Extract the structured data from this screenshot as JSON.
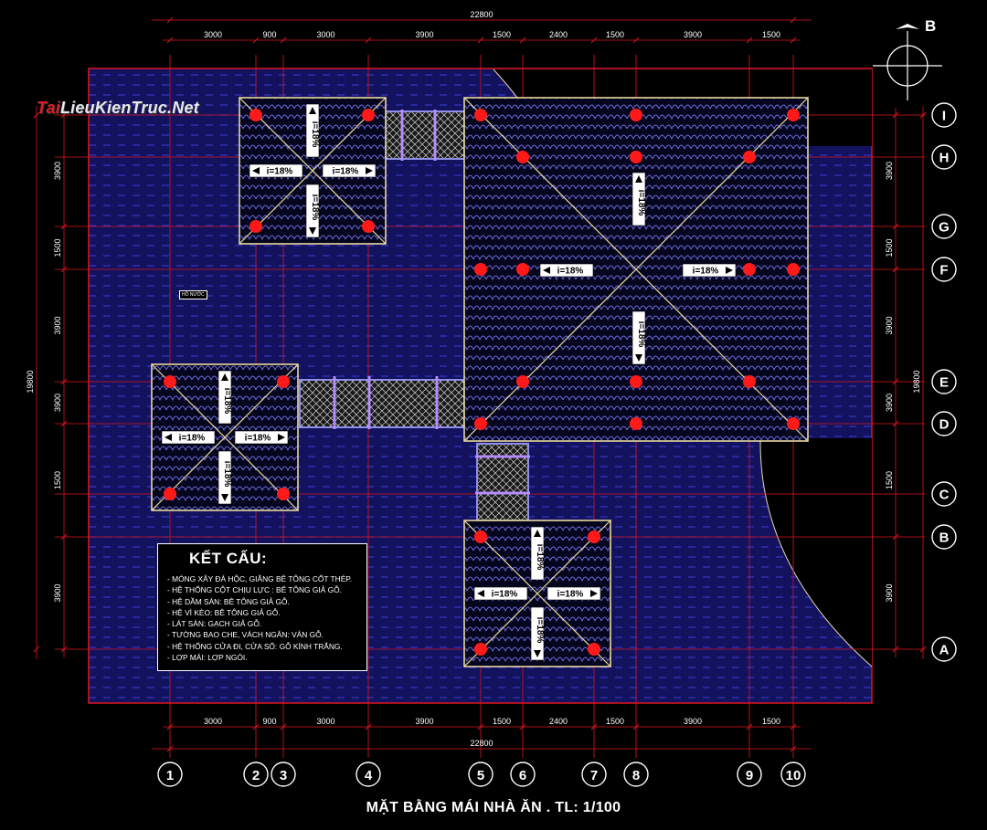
{
  "caption": "MẶT BẰNG MÁI NHÀ ĂN . TL: 1/100",
  "watermark": {
    "brand_red": "Tai",
    "brand_rest": "LieuKienTruc.Net"
  },
  "north_label": "B",
  "small_label": "HỒ NƯỚC",
  "slope_label": "i=18%",
  "dims": {
    "total_h": "22800",
    "total_v": "19800",
    "h_segments": [
      "3000",
      "900",
      "3000",
      "3900",
      "1500",
      "2400",
      "1500",
      "3900",
      "1500"
    ],
    "v_segments": [
      "3900",
      "1500",
      "3900",
      "3900",
      "1500",
      "3900"
    ]
  },
  "grid_numbers": [
    "1",
    "2",
    "3",
    "4",
    "5",
    "6",
    "7",
    "8",
    "9",
    "10"
  ],
  "grid_letters": [
    "I",
    "H",
    "G",
    "F",
    "E",
    "D",
    "C",
    "B",
    "A"
  ],
  "notes": {
    "title": "KẾT CẤU:",
    "lines": [
      "- MÓNG XÂY ĐÁ HỘC, GIẰNG BÊ TÔNG CỐT THÉP.",
      "- HỆ THỐNG CỘT CHỊU LỰC : BÊ TÔNG GIẢ GỖ.",
      "- HỆ DẦM SÀN: BÊ TÔNG GIẢ GỖ.",
      "- HỆ VÌ KÈO: BÊ TÔNG GIẢ GỖ.",
      "- LÁT SÀN: GẠCH GIẢ GỖ.",
      "- TƯỜNG BAO CHE, VÁCH NGĂN: VÁN GỖ.",
      "- HỆ THỐNG CỬA ĐI, CỬA SỔ: GỖ KÍNH TRẮNG.",
      "- LỢP MÁI: LỢP NGÓI."
    ]
  },
  "colors": {
    "water": "#12125e",
    "grid": "#e0141e",
    "column": "#ff1a1a",
    "roof_outline": "#e8d9a0",
    "walkway": "#8f8fe8"
  }
}
